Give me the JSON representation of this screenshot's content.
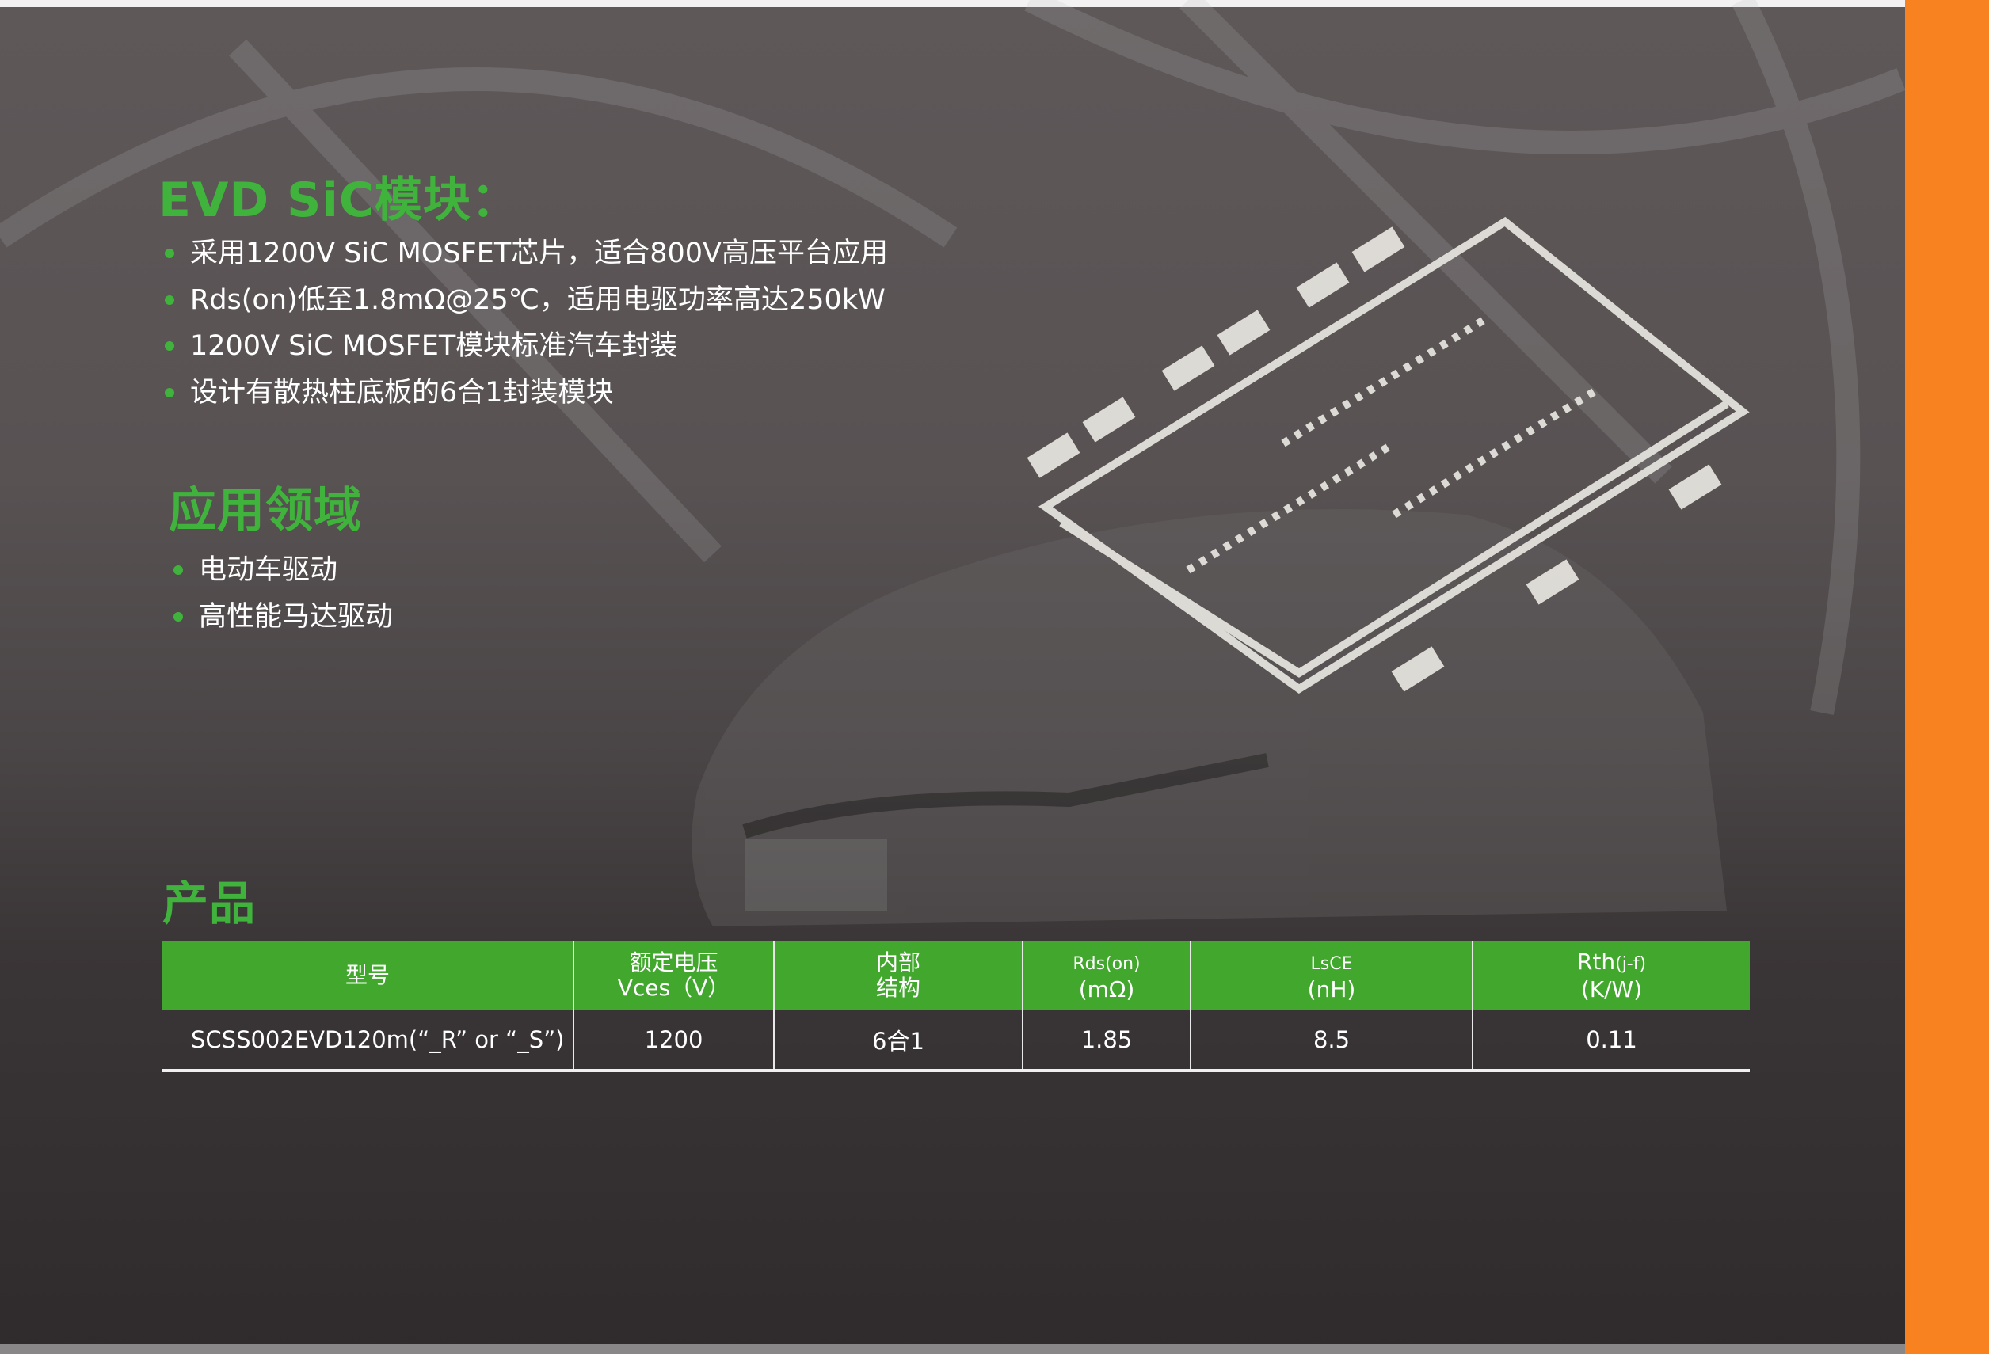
{
  "module_section": {
    "title": "EVD SiC模块：",
    "features": [
      "采用1200V SiC MOSFET芯片，适合800V高压平台应用",
      "Rds(on)低至1.8mΩ@25℃，适用电驱功率高达250kW",
      "1200V SiC MOSFET模块标准汽车封装",
      "设计有散热柱底板的6合1封装模块"
    ]
  },
  "application_section": {
    "title": "应用领域",
    "items": [
      "电动车驱动",
      "高性能马达驱动"
    ]
  },
  "product_section": {
    "title": "产品",
    "headers": {
      "model": "型号",
      "voltage_l1": "额定电压",
      "voltage_l2": "Vces（V）",
      "structure_l1": "内部",
      "structure_l2": "结构",
      "rds_l1": "Rds(on)",
      "rds_l2": "(mΩ)",
      "lsce_l1": "LsCE",
      "lsce_l2": "(nH)",
      "rth_l1": "Rth",
      "rth_sub": "(j-f)",
      "rth_l2": "(K/W)"
    },
    "rows": [
      {
        "model": "SCSS002EVD120m(“_R” or “_S”)",
        "voltage": "1200",
        "structure": "6合1",
        "rds": "1.85",
        "lsce": "8.5",
        "rth": "0.11"
      }
    ]
  },
  "colors": {
    "accent_green": "#3fb33b",
    "header_green": "#41a72d",
    "side_orange": "#f7821f"
  }
}
